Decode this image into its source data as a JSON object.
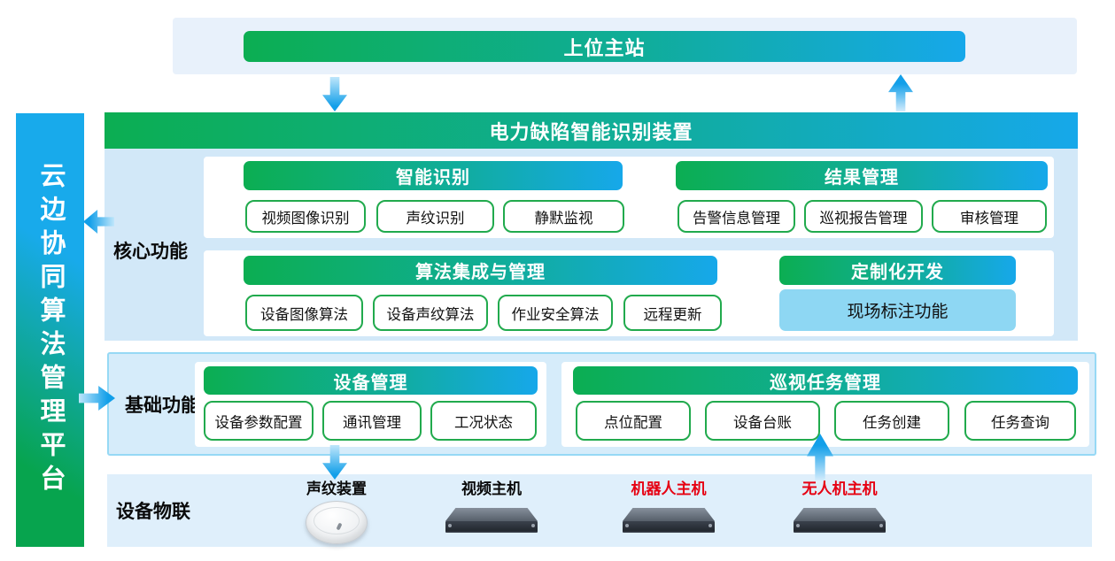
{
  "top": {
    "master_station": "上位主站"
  },
  "sidebar": {
    "platform": "云边协同算法管理平台"
  },
  "device": {
    "title": "电力缺陷智能识别装置"
  },
  "core": {
    "label": "核心功能",
    "intelligent_recognition": {
      "title": "智能识别",
      "items": [
        "视频图像识别",
        "声纹识别",
        "静默监视"
      ]
    },
    "result_management": {
      "title": "结果管理",
      "items": [
        "告警信息管理",
        "巡视报告管理",
        "审核管理"
      ]
    },
    "algorithm_management": {
      "title": "算法集成与管理",
      "items": [
        "设备图像算法",
        "设备声纹算法",
        "作业安全算法",
        "远程更新"
      ]
    },
    "custom_development": {
      "title": "定制化开发",
      "feature": "现场标注功能"
    }
  },
  "basic": {
    "label": "基础功能",
    "device_management": {
      "title": "设备管理",
      "items": [
        "设备参数配置",
        "通讯管理",
        "工况状态"
      ]
    },
    "inspection_task": {
      "title": "巡视任务管理",
      "items": [
        "点位配置",
        "设备台账",
        "任务创建",
        "任务查询"
      ]
    }
  },
  "iot": {
    "label": "设备物联",
    "devices": [
      {
        "name": "声纹装置",
        "type": "dome"
      },
      {
        "name": "视频主机",
        "type": "server"
      },
      {
        "name": "机器人主机",
        "type": "server"
      },
      {
        "name": "无人机主机",
        "type": "server"
      }
    ]
  },
  "colors": {
    "gradient_start": "#0cae52",
    "gradient_end": "#16a8ea",
    "arrow_blue": "#129fe9",
    "light_blue_panel": "#d2e8f8",
    "highlight_box": "#8ed7f3",
    "button_border": "#21aa4d",
    "red_label": "#e60012"
  }
}
